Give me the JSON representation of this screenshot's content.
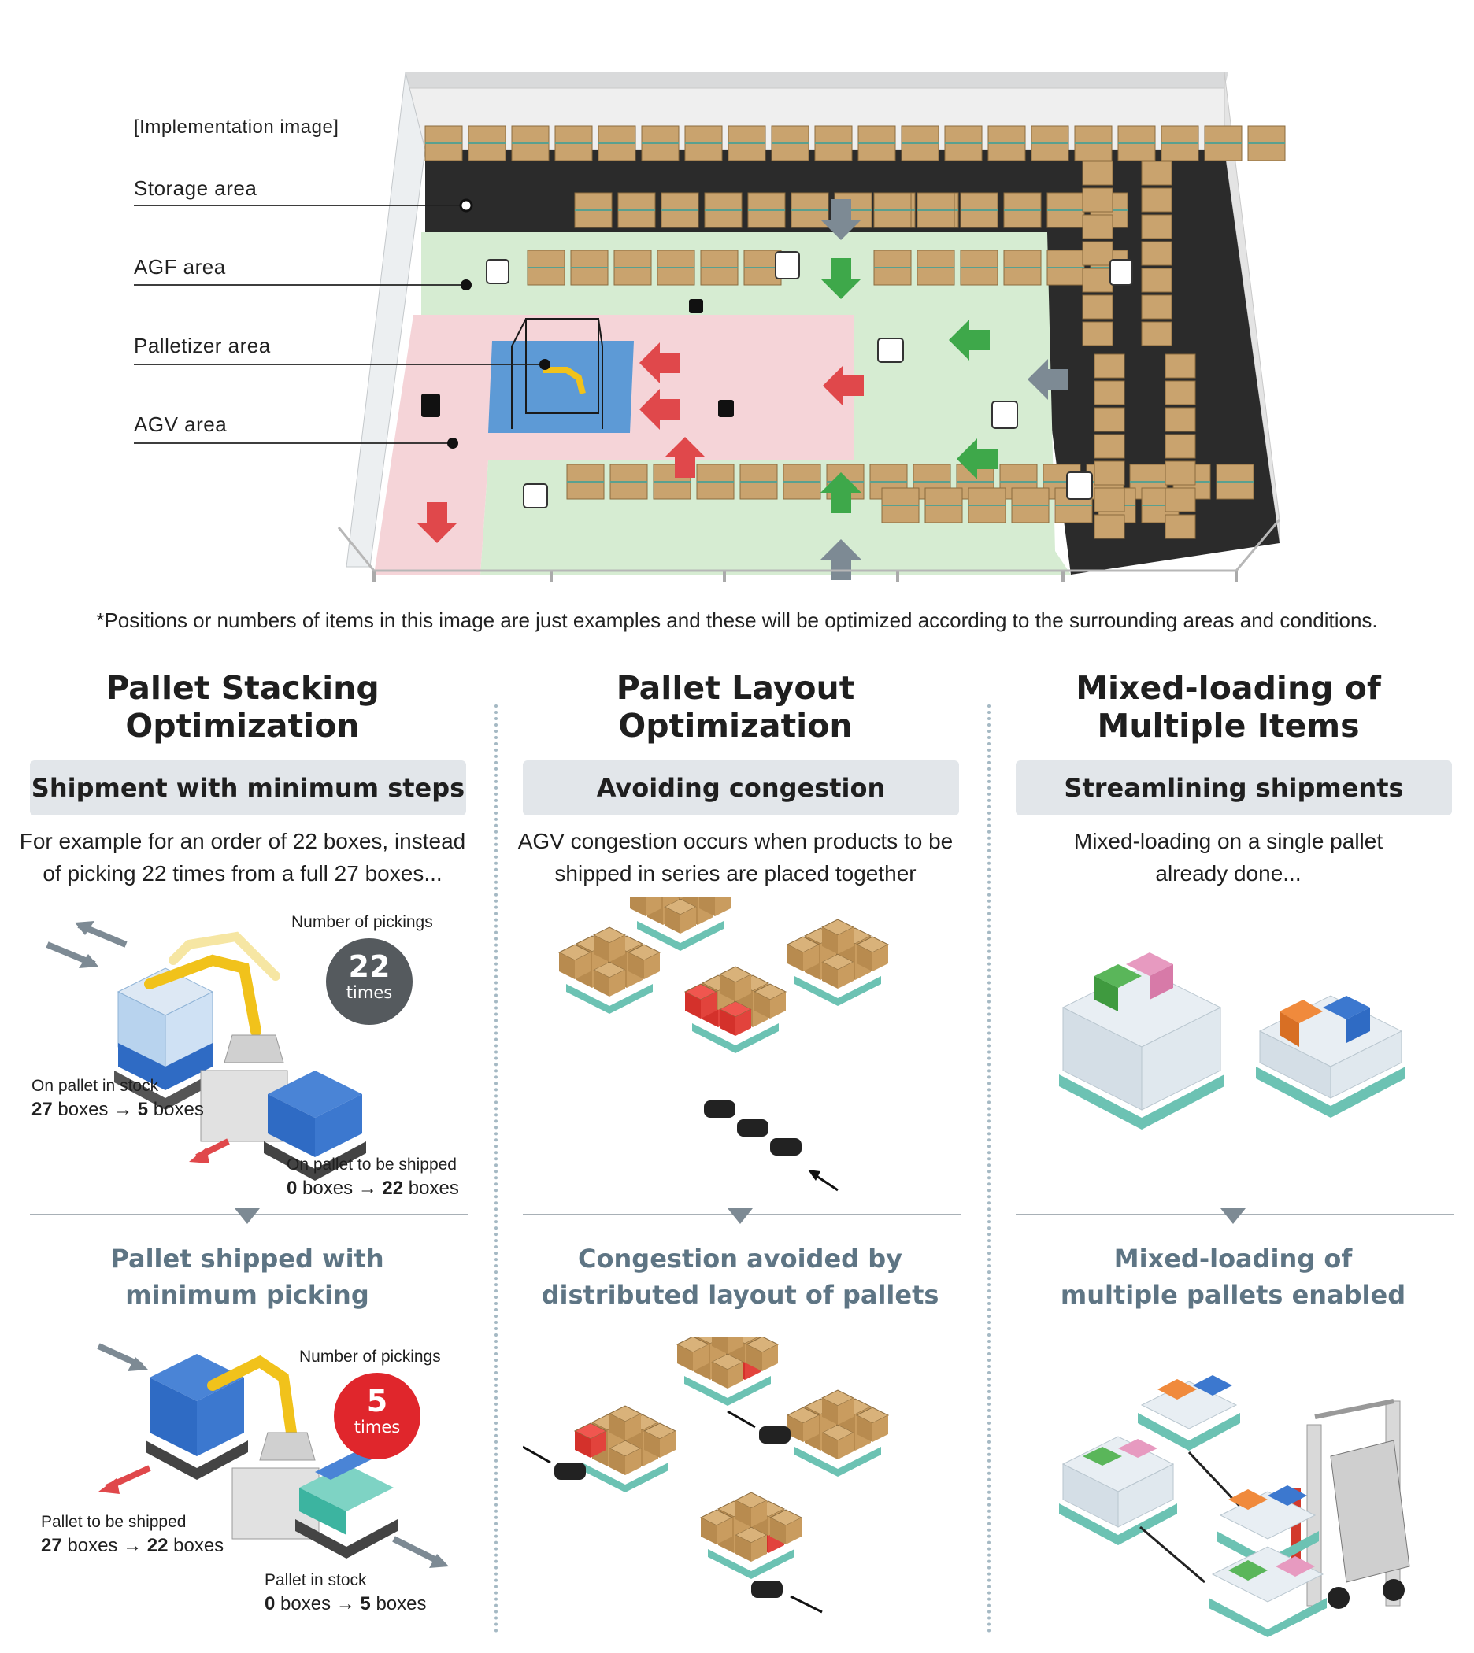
{
  "figure": {
    "caption": "[Implementation image]",
    "areas": {
      "storage": "Storage area",
      "agf": "AGF area",
      "palletizer": "Palletizer area",
      "agv": "AGV area"
    },
    "note": "*Positions or numbers of items in this image are just examples and these will be optimized according to the surrounding areas and conditions.",
    "colors": {
      "agv_area": "#f5d4d8",
      "agf_area": "#d6ecd2",
      "storage_floor": "#2b2b2b",
      "palletizer_cell": "#5d9ad6",
      "red_arrow": "#e0484b",
      "green_arrow": "#3ea84a",
      "grey_arrow": "#7d8a94"
    }
  },
  "columns": [
    {
      "title_line1": "Pallet Stacking",
      "title_line2": "Optimization",
      "pill": "Shipment with minimum steps",
      "desc_line1": "For example for an order of 22 boxes, instead",
      "desc_line2": "of picking 22 times from a full 27 boxes...",
      "result_line1": "Pallet shipped with",
      "result_line2": "minimum picking",
      "before": {
        "picks_label": "Number of pickings",
        "picks_value": "22",
        "picks_unit": "times",
        "stock_label": "On pallet in stock",
        "stock_from": "27",
        "stock_to": "5",
        "ship_label": "On pallet to be shipped",
        "ship_from": "0",
        "ship_to": "22"
      },
      "after": {
        "picks_label": "Number of pickings",
        "picks_value": "5",
        "picks_unit": "times",
        "ship_label": "Pallet to be shipped",
        "ship_from": "27",
        "ship_to": "22",
        "stock_label": "Pallet in stock",
        "stock_from": "0",
        "stock_to": "5"
      },
      "unit_word": "boxes",
      "arrow_glyph": "→"
    },
    {
      "title_line1": "Pallet Layout",
      "title_line2": "Optimization",
      "pill": "Avoiding congestion",
      "desc_line1": "AGV congestion occurs when products to be",
      "desc_line2": "shipped in series are placed together",
      "result_line1": "Congestion avoided by",
      "result_line2": "distributed layout of pallets"
    },
    {
      "title_line1": "Mixed-loading of",
      "title_line2": "Multiple  Items",
      "pill": "Streamlining shipments",
      "desc_line1": "Mixed-loading on a single pallet",
      "desc_line2": "already done...",
      "result_line1": "Mixed-loading of",
      "result_line2": "multiple pallets enabled"
    }
  ]
}
